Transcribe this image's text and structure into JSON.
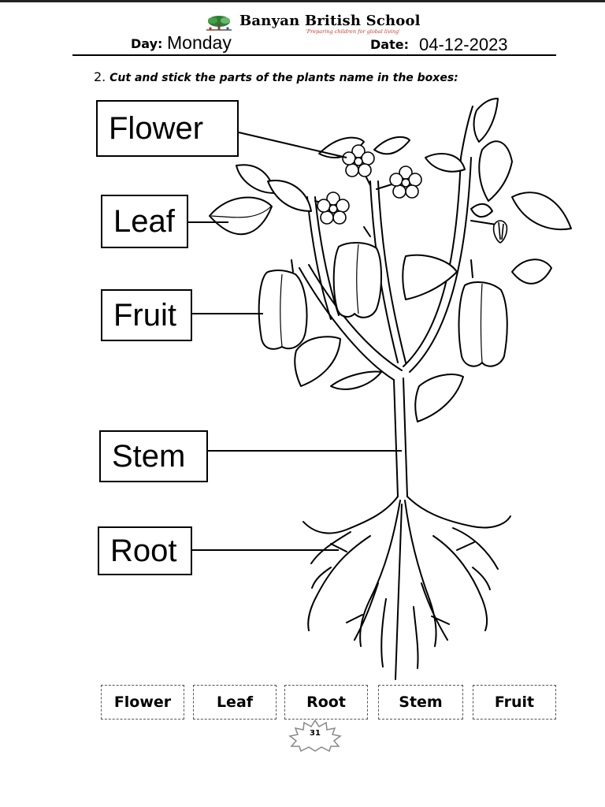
{
  "header": {
    "school_name": "Banyan British School",
    "tagline": "'Preparing children for global living'",
    "day_label": "Day:",
    "day_value": "Monday",
    "date_label": "Date:",
    "date_value": "04-12-2023"
  },
  "instruction": {
    "number": "2.",
    "text": "Cut and stick the parts of the plants name in the boxes:"
  },
  "labels": {
    "flower": "Flower",
    "leaf": "Leaf",
    "fruit": "Fruit",
    "stem": "Stem",
    "root": "Root"
  },
  "cutouts": [
    "Flower",
    "Leaf",
    "Root",
    "Stem",
    "Fruit"
  ],
  "footer": {
    "page_number": "31"
  },
  "colors": {
    "ink": "#000000",
    "tagline": "#c0392b",
    "cut_border": "#555555"
  }
}
